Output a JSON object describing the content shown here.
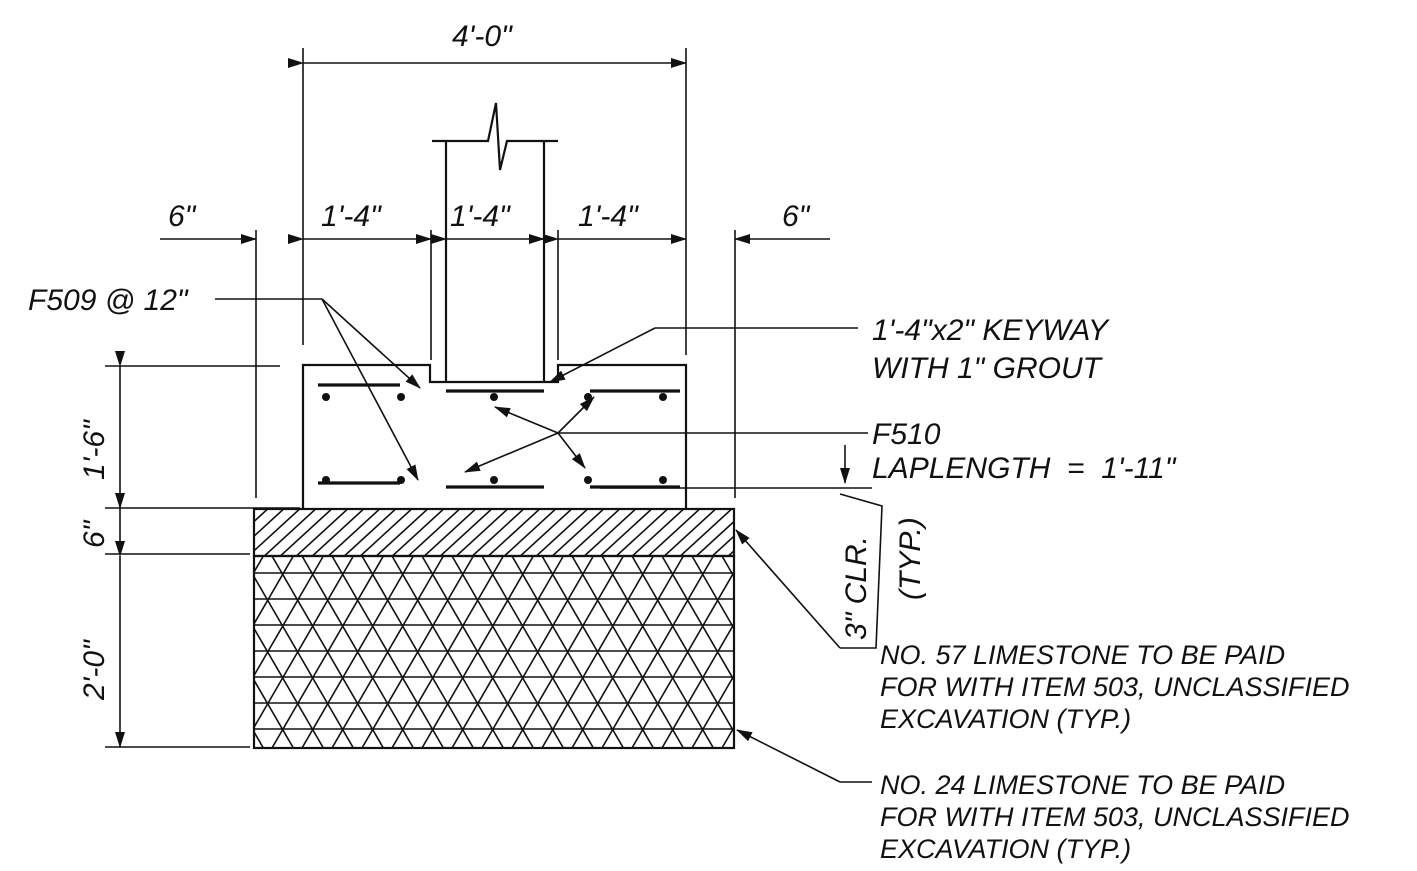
{
  "dims": {
    "overall_width": "4'-0\"",
    "left_offset": "6\"",
    "right_offset": "6\"",
    "segment_left": "1'-4\"",
    "segment_mid": "1'-4\"",
    "segment_right": "1'-4\"",
    "footing_height": "1'-6\"",
    "stone_top_thickness": "6\"",
    "stone_bottom_thickness": "2'-0\"",
    "clear_cover": "3\" CLR.",
    "clear_cover_typ": "(TYP.)"
  },
  "labels": {
    "bar_f509": "F509 @ 12\"",
    "keyway_line1": "1'-4\"x2\" KEYWAY",
    "keyway_line2": "WITH 1\" GROUT",
    "bar_f510": "F510",
    "laplength": "LAPLENGTH  =  1'-11\"",
    "no57_line1": "NO. 57 LIMESTONE TO BE PAID",
    "no57_line2": "FOR WITH ITEM 503, UNCLASSIFIED",
    "no57_line3": "EXCAVATION (TYP.)",
    "no24_line1": "NO. 24 LIMESTONE TO BE PAID",
    "no24_line2": "FOR WITH ITEM 503, UNCLASSIFIED",
    "no24_line3": "EXCAVATION (TYP.)"
  },
  "colors": {
    "ink": "#111111",
    "paper": "#ffffff"
  }
}
